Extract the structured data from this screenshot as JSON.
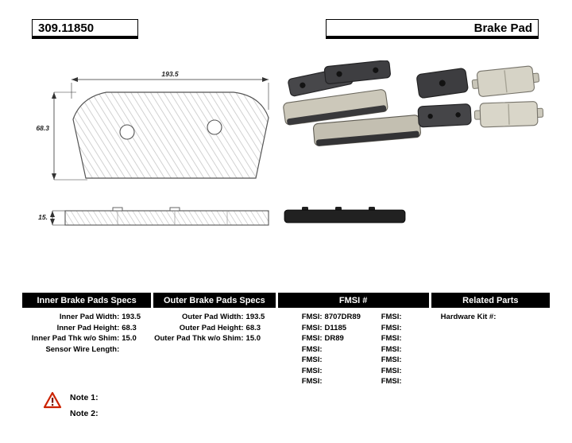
{
  "header": {
    "part_number": "309.11850",
    "product_type": "Brake Pad"
  },
  "drawing": {
    "width_dim": "193.5",
    "height_dim": "68.3",
    "thickness_dim": "15."
  },
  "tables": {
    "inner": {
      "title": "Inner Brake Pads Specs",
      "rows": [
        {
          "label": "Inner Pad Width:",
          "value": "193.5"
        },
        {
          "label": "Inner Pad Height:",
          "value": "68.3"
        },
        {
          "label": "Inner Pad Thk w/o Shim:",
          "value": "15.0"
        },
        {
          "label": "Sensor Wire Length:",
          "value": ""
        }
      ]
    },
    "outer": {
      "title": "Outer Brake Pads Specs",
      "rows": [
        {
          "label": "Outer Pad Width:",
          "value": "193.5"
        },
        {
          "label": "Outer Pad Height:",
          "value": "68.3"
        },
        {
          "label": "Outer Pad Thk w/o Shim:",
          "value": "15.0"
        }
      ]
    },
    "fmsi": {
      "title": "FMSI #",
      "rows": [
        {
          "l1": "FMSI:",
          "v1": "8707DR89",
          "l2": "FMSI:",
          "v2": ""
        },
        {
          "l1": "FMSI:",
          "v1": "D1185",
          "l2": "FMSI:",
          "v2": ""
        },
        {
          "l1": "FMSI:",
          "v1": "DR89",
          "l2": "FMSI:",
          "v2": ""
        },
        {
          "l1": "FMSI:",
          "v1": "",
          "l2": "FMSI:",
          "v2": ""
        },
        {
          "l1": "FMSI:",
          "v1": "",
          "l2": "FMSI:",
          "v2": ""
        },
        {
          "l1": "FMSI:",
          "v1": "",
          "l2": "FMSI:",
          "v2": ""
        },
        {
          "l1": "FMSI:",
          "v1": "",
          "l2": "FMSI:",
          "v2": ""
        }
      ]
    },
    "related": {
      "title": "Related Parts",
      "rows": [
        {
          "label": "Hardware Kit #:",
          "value": ""
        }
      ]
    }
  },
  "notes": {
    "items": [
      {
        "label": "Note 1:"
      },
      {
        "label": "Note 2:"
      }
    ]
  }
}
